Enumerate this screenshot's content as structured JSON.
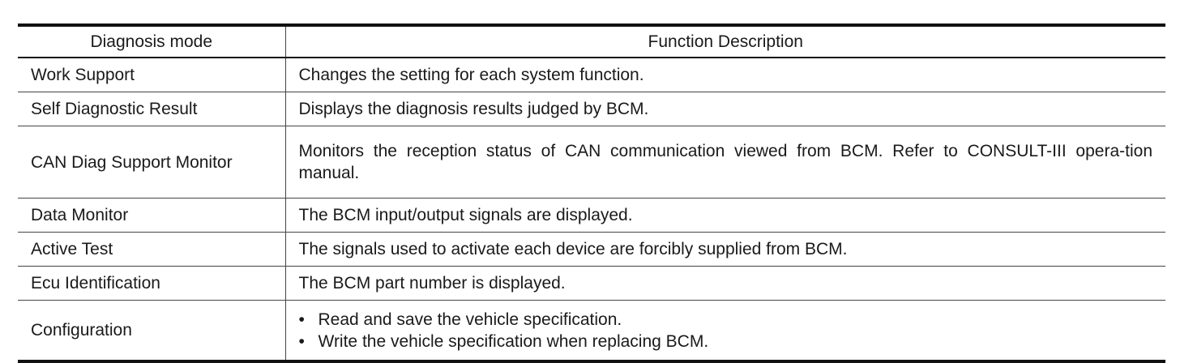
{
  "table": {
    "headers": [
      "Diagnosis mode",
      "Function Description"
    ],
    "rows": [
      {
        "mode": "Work Support",
        "description": "Changes the setting for each system function."
      },
      {
        "mode": "Self Diagnostic Result",
        "description": "Displays the diagnosis results judged by BCM."
      },
      {
        "mode": "CAN Diag Support Monitor",
        "description": "Monitors the reception status of CAN communication viewed from BCM. Refer to CONSULT-III opera-tion manual."
      },
      {
        "mode": "Data Monitor",
        "description": "The BCM input/output signals are displayed."
      },
      {
        "mode": "Active Test",
        "description": "The signals used to activate each device are forcibly supplied from BCM."
      },
      {
        "mode": "Ecu Identification",
        "description": "The BCM part number is displayed."
      },
      {
        "mode": "Configuration",
        "bullet_glyph": "•",
        "bullets": [
          "Read and save the vehicle specification.",
          "Write the vehicle specification when replacing BCM."
        ]
      }
    ]
  }
}
